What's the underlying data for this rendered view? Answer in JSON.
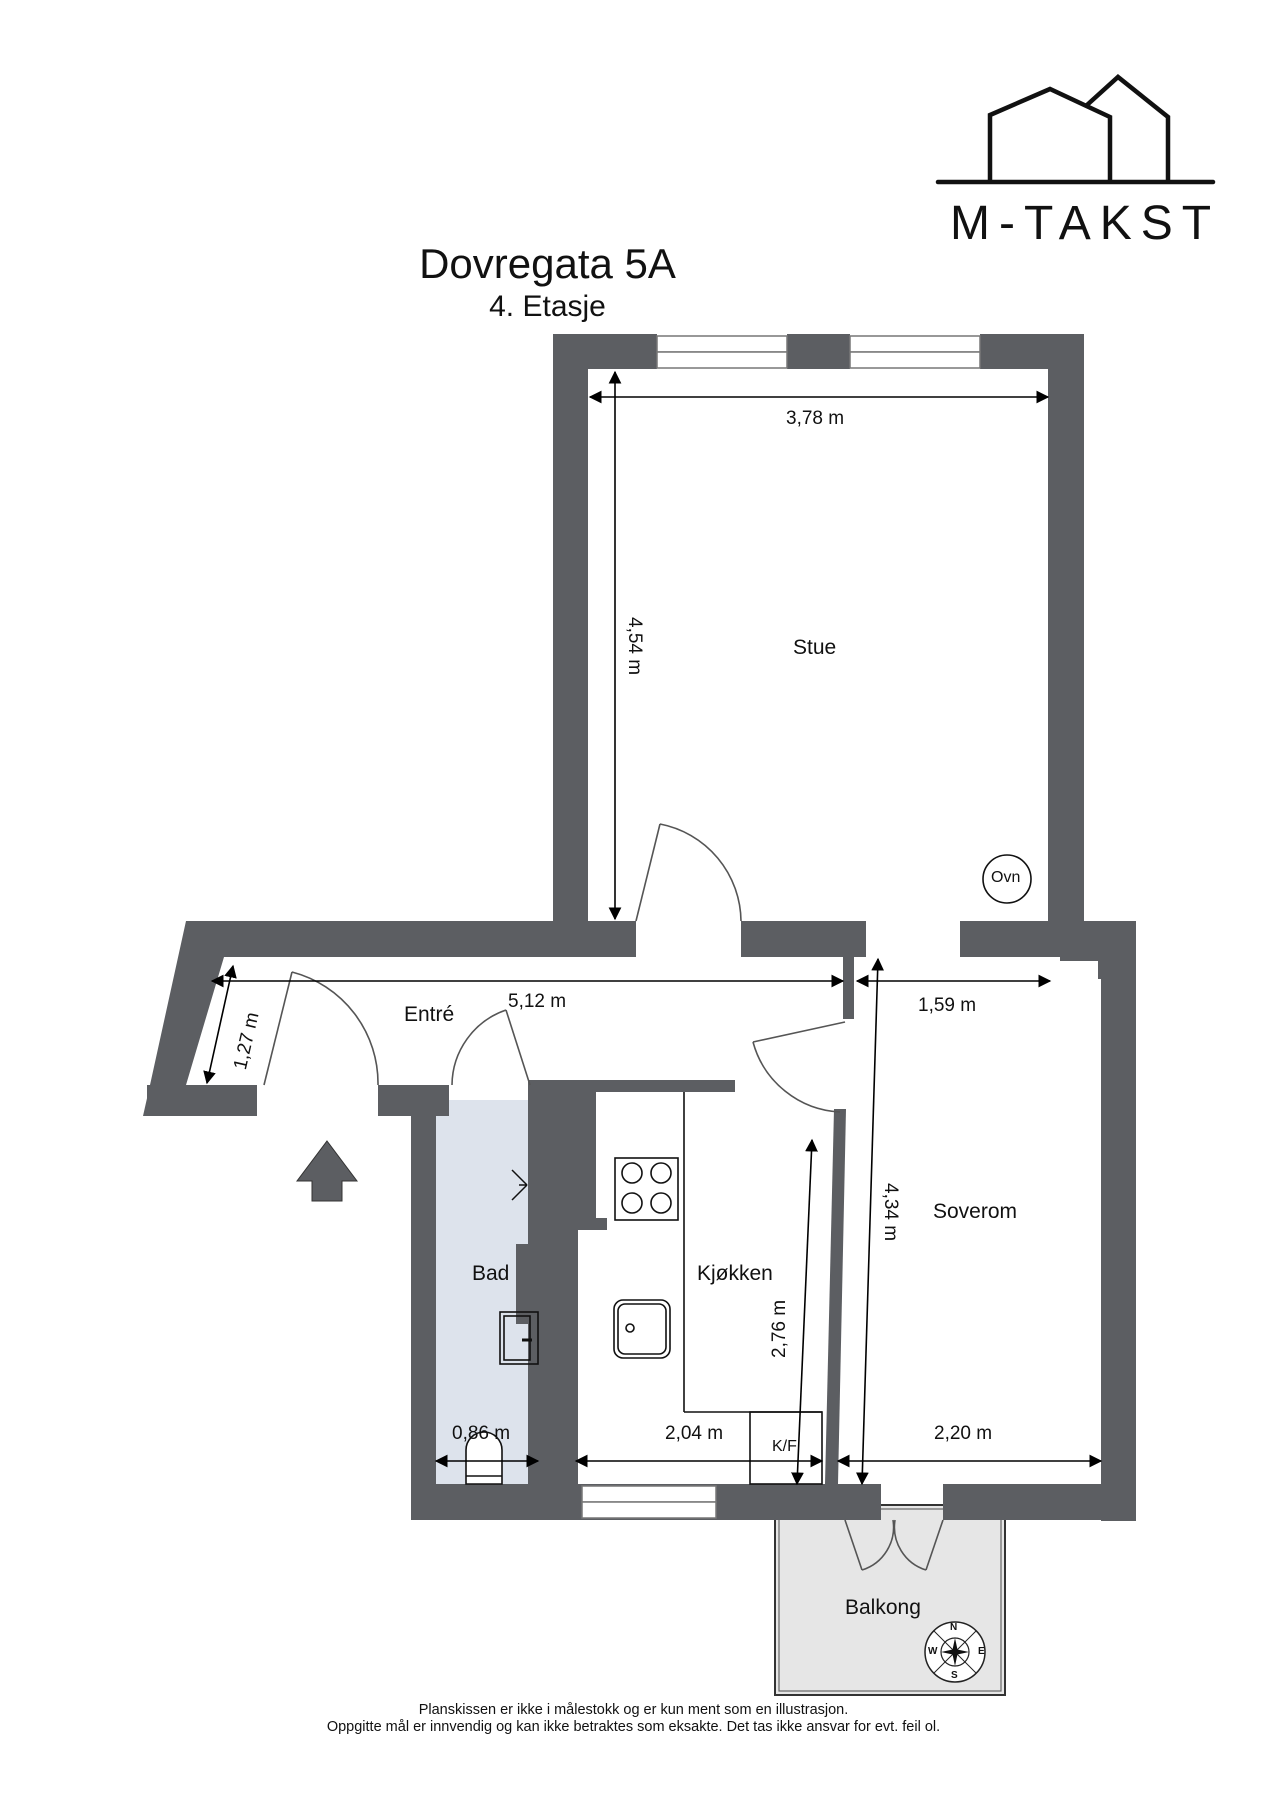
{
  "brand": {
    "name": "M-TAKST",
    "logo_icon": "houses-outline-icon"
  },
  "header": {
    "title": "Dovregata 5A",
    "subtitle": "4. Etasje"
  },
  "rooms": [
    {
      "id": "stue",
      "label": "Stue"
    },
    {
      "id": "entre",
      "label": "Entré"
    },
    {
      "id": "bad",
      "label": "Bad"
    },
    {
      "id": "kjokken",
      "label": "Kjøkken"
    },
    {
      "id": "soverom",
      "label": "Soverom"
    },
    {
      "id": "balkong",
      "label": "Balkong"
    }
  ],
  "fixtures": {
    "oven": "Ovn",
    "fridge_freezer": "K/F"
  },
  "dimensions": {
    "stue_width": "3,78 m",
    "stue_length": "4,54 m",
    "entre_length": "5,12 m",
    "entre_width": "1,27 m",
    "soverom_top_width": "1,59 m",
    "soverom_length": "4,34 m",
    "soverom_width": "2,20 m",
    "kjokken_length": "2,76 m",
    "kjokken_width": "2,04 m",
    "bad_width": "0,86 m"
  },
  "compass": {
    "n": "N",
    "e": "E",
    "s": "S",
    "w": "W"
  },
  "entrance_marker": "entrance-arrow-icon",
  "colors": {
    "wall": "#5c5e62",
    "bath_floor": "#dde3ec",
    "balcony_floor": "#e6e6e6",
    "text": "#111111"
  },
  "footer": {
    "line1": "Planskissen er ikke i målestokk og er kun ment som en illustrasjon.",
    "line2": "Oppgitte mål er innvendig og kan ikke betraktes som eksakte. Det tas ikke ansvar for evt. feil ol."
  }
}
